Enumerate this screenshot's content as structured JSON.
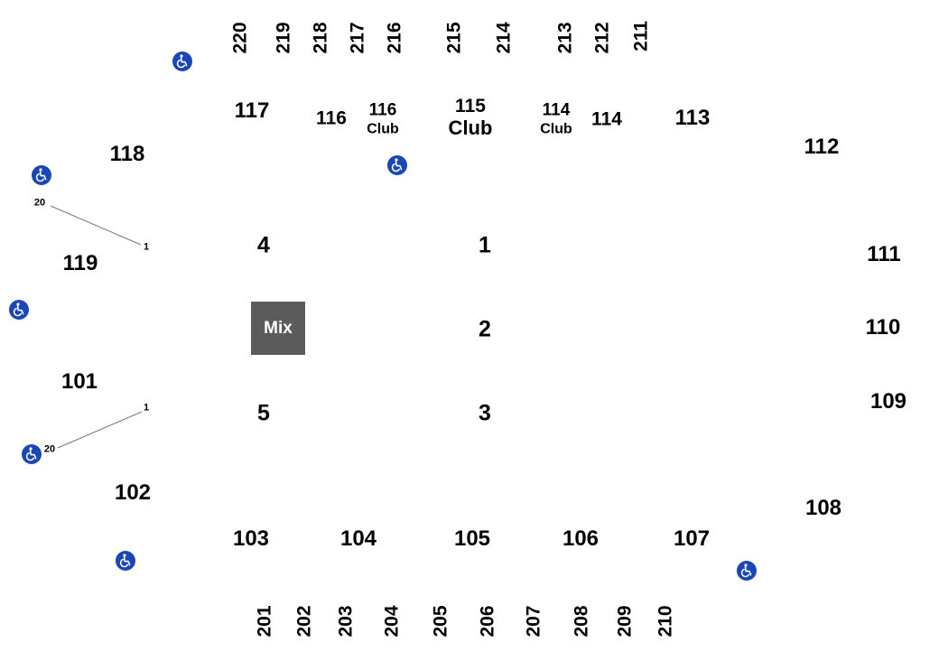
{
  "colors": {
    "ada_icon": "#1a46b8",
    "mix_box": "#5b5b5b",
    "line": "#777777"
  },
  "upper_sections_top": [
    "220",
    "219",
    "218",
    "217",
    "216",
    "215",
    "214",
    "213",
    "212",
    "211"
  ],
  "upper_sections_bottom": [
    "201",
    "202",
    "203",
    "204",
    "205",
    "206",
    "207",
    "208",
    "209",
    "210"
  ],
  "sections": [
    "117",
    "116",
    "114",
    "113",
    "112",
    "118",
    "119",
    "111",
    "110",
    "109",
    "101",
    "102",
    "108",
    "103",
    "104",
    "105",
    "106",
    "107"
  ],
  "club_sections": [
    {
      "number": "116",
      "label": "Club"
    },
    {
      "number": "115",
      "label": "Club"
    },
    {
      "number": "114",
      "label": "Club"
    }
  ],
  "floor_sections": [
    "4",
    "1",
    "2",
    "5",
    "3"
  ],
  "mix_label": "Mix",
  "row_markers": {
    "upper_start": "20",
    "upper_end": "1",
    "lower_start": "1",
    "lower_end": "20"
  },
  "accessible_icon": "wheelchair-icon"
}
